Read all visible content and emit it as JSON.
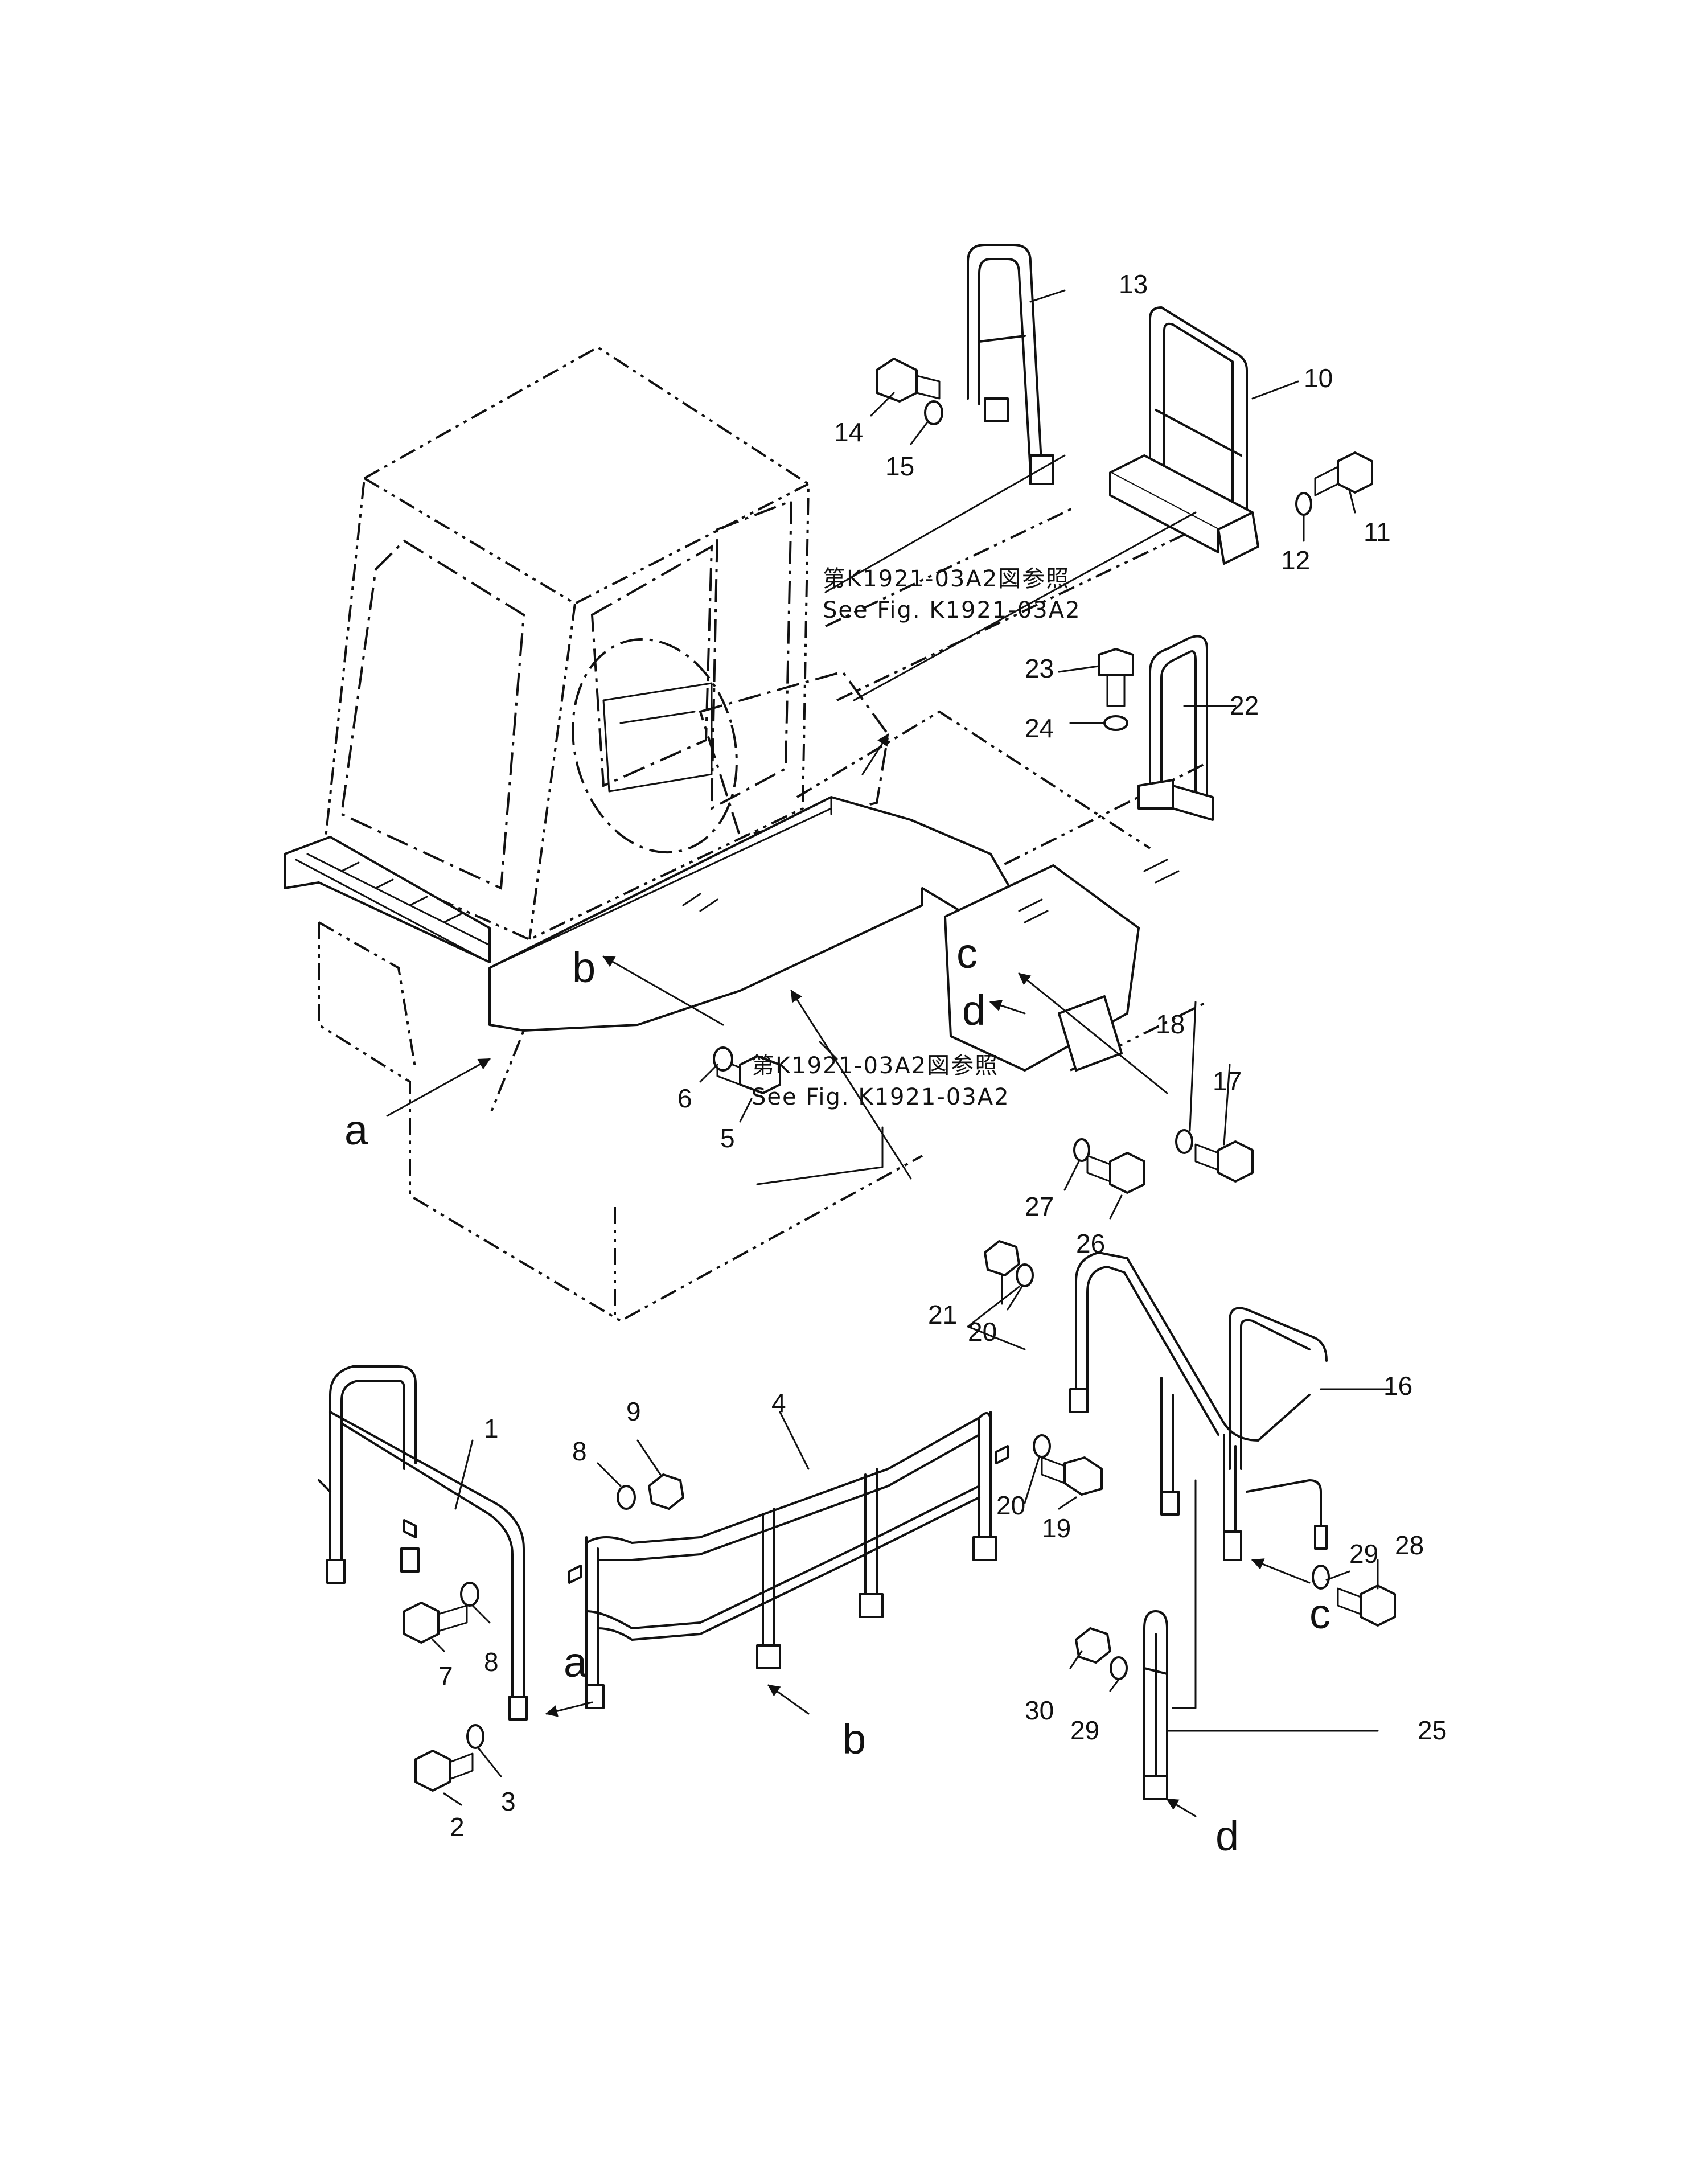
{
  "references": [
    {
      "jp": "第K1921-03A2図参照",
      "en": "See  Fig. K1921-03A2"
    },
    {
      "jp": "第K1921-03A2図参照",
      "en": "See  Fig. K1921-03A2"
    }
  ],
  "callouts": {
    "p1": "1",
    "p2": "2",
    "p3": "3",
    "p4": "4",
    "p5": "5",
    "p6": "6",
    "p7": "7",
    "p8a": "8",
    "p8b": "8",
    "p9": "9",
    "p10": "10",
    "p11": "11",
    "p12": "12",
    "p13": "13",
    "p14": "14",
    "p15": "15",
    "p16": "16",
    "p17": "17",
    "p18": "18",
    "p19": "19",
    "p20a": "20",
    "p20b": "20",
    "p21": "21",
    "p22": "22",
    "p23": "23",
    "p24": "24",
    "p25": "25",
    "p26": "26",
    "p27": "27",
    "p28": "28",
    "p29a": "29",
    "p29b": "29",
    "p30": "30"
  },
  "letters": {
    "a_top": "a",
    "b_top": "b",
    "c_top": "c",
    "d_top": "d",
    "a_bot": "a",
    "b_bot": "b",
    "c_bot": "c",
    "d_bot": "d"
  }
}
